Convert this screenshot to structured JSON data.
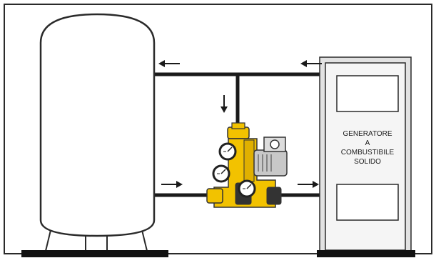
{
  "generator": {
    "label_lines": [
      "GENERATORE",
      "A",
      "COMBUSTIBILE",
      "SOLIDO"
    ]
  },
  "colors": {
    "frame": "#2a2a2a",
    "pipe": "#1a1a1a",
    "tank_fill": "#ffffff",
    "generator_fill": "#ececec",
    "pump_yellow": "#f2c200",
    "pump_dark": "#333333",
    "motor_grey": "#c8c8c8",
    "base": "#111111"
  },
  "icons": {
    "flow_arrow": "arrow-icon",
    "gauge": "pressure-gauge-icon",
    "motor": "pump-motor-icon"
  }
}
